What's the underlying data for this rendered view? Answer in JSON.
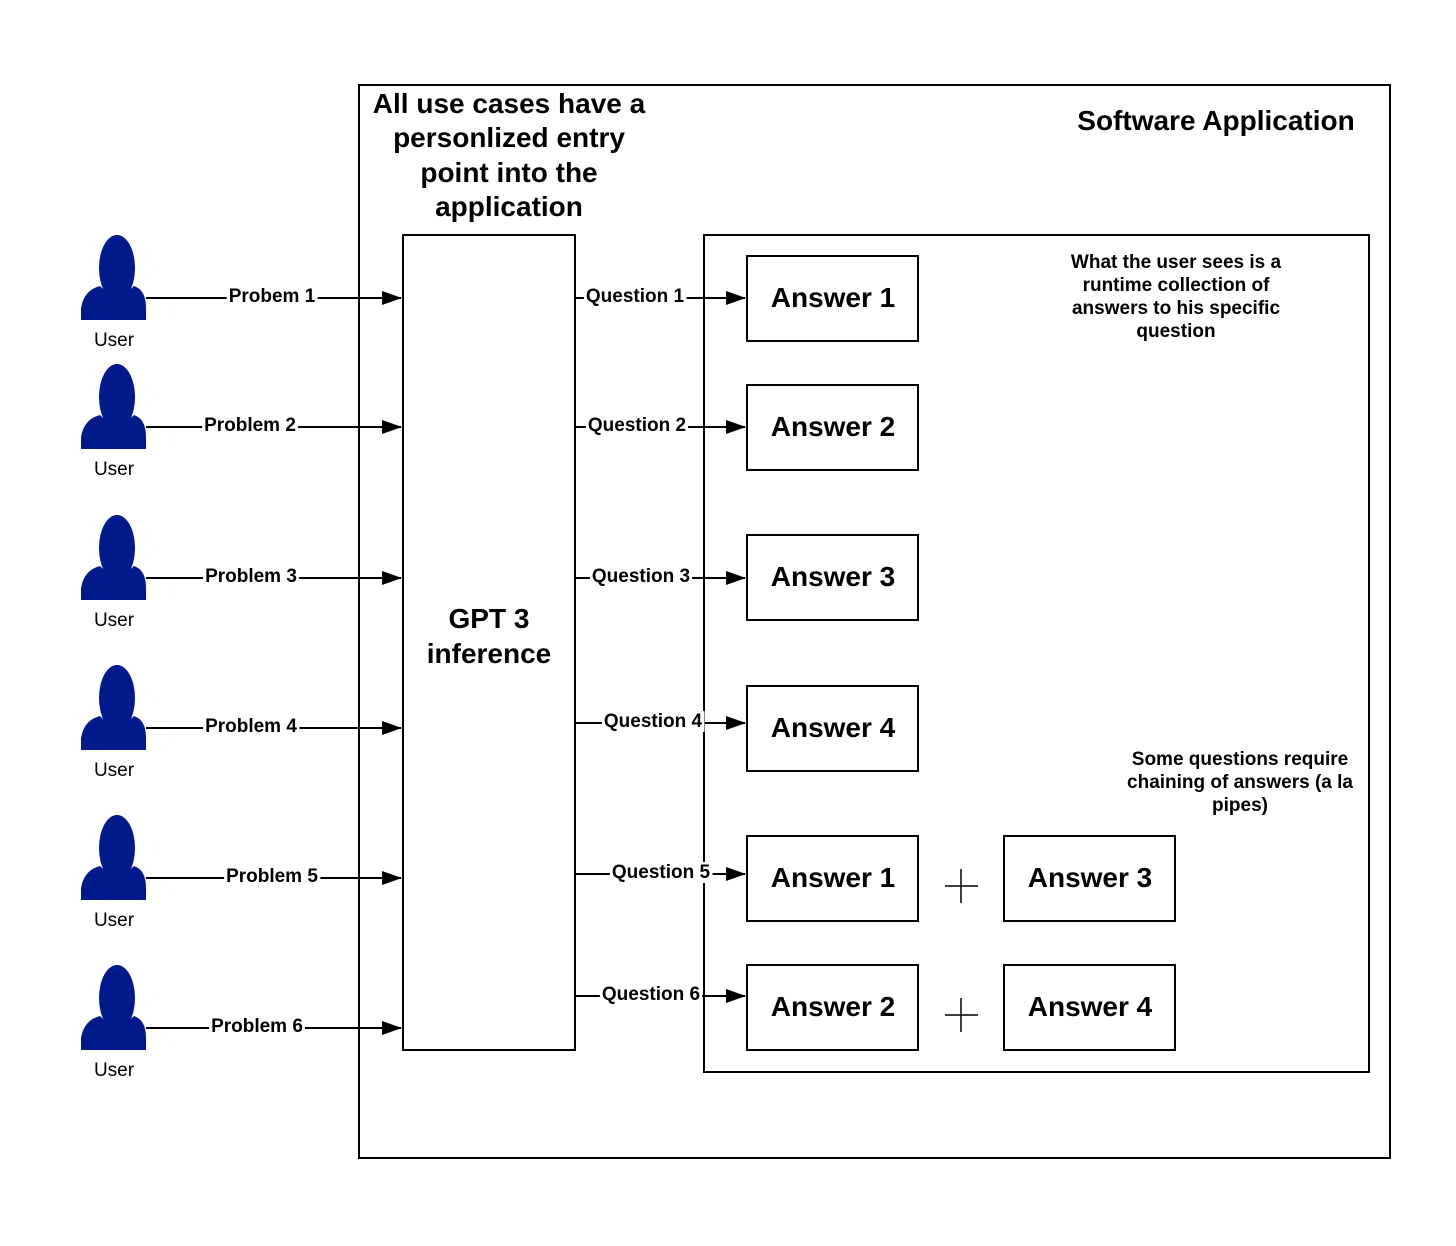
{
  "app": {
    "title": "Software Application",
    "entry_note": [
      "All use cases have a",
      "personlized entry",
      "point into the",
      "application"
    ]
  },
  "gpt": {
    "label": [
      "GPT 3",
      "inference"
    ]
  },
  "runtime": {
    "note": [
      "What the user sees is a",
      "runtime collection of",
      "answers to his specific",
      "question"
    ],
    "chain_note": [
      "Some questions require",
      "chaining of answers (a la",
      "pipes)"
    ]
  },
  "users": [
    {
      "label": "User"
    },
    {
      "label": "User"
    },
    {
      "label": "User"
    },
    {
      "label": "User"
    },
    {
      "label": "User"
    },
    {
      "label": "User"
    }
  ],
  "problems": [
    "Probem 1",
    "Problem 2",
    "Problem 3",
    "Problem 4",
    "Problem 5",
    "Problem 6"
  ],
  "questions": [
    "Question 1",
    "Question 2",
    "Question 3",
    "Question 4",
    "Question 5",
    "Question 6"
  ],
  "answers": [
    [
      "Answer 1"
    ],
    [
      "Answer 2"
    ],
    [
      "Answer 3"
    ],
    [
      "Answer 4"
    ],
    [
      "Answer 1",
      "Answer 3"
    ],
    [
      "Answer 2",
      "Answer 4"
    ]
  ],
  "plus_symbol": "+",
  "colors": {
    "user_icon": "#001a8c",
    "line": "#000000"
  }
}
